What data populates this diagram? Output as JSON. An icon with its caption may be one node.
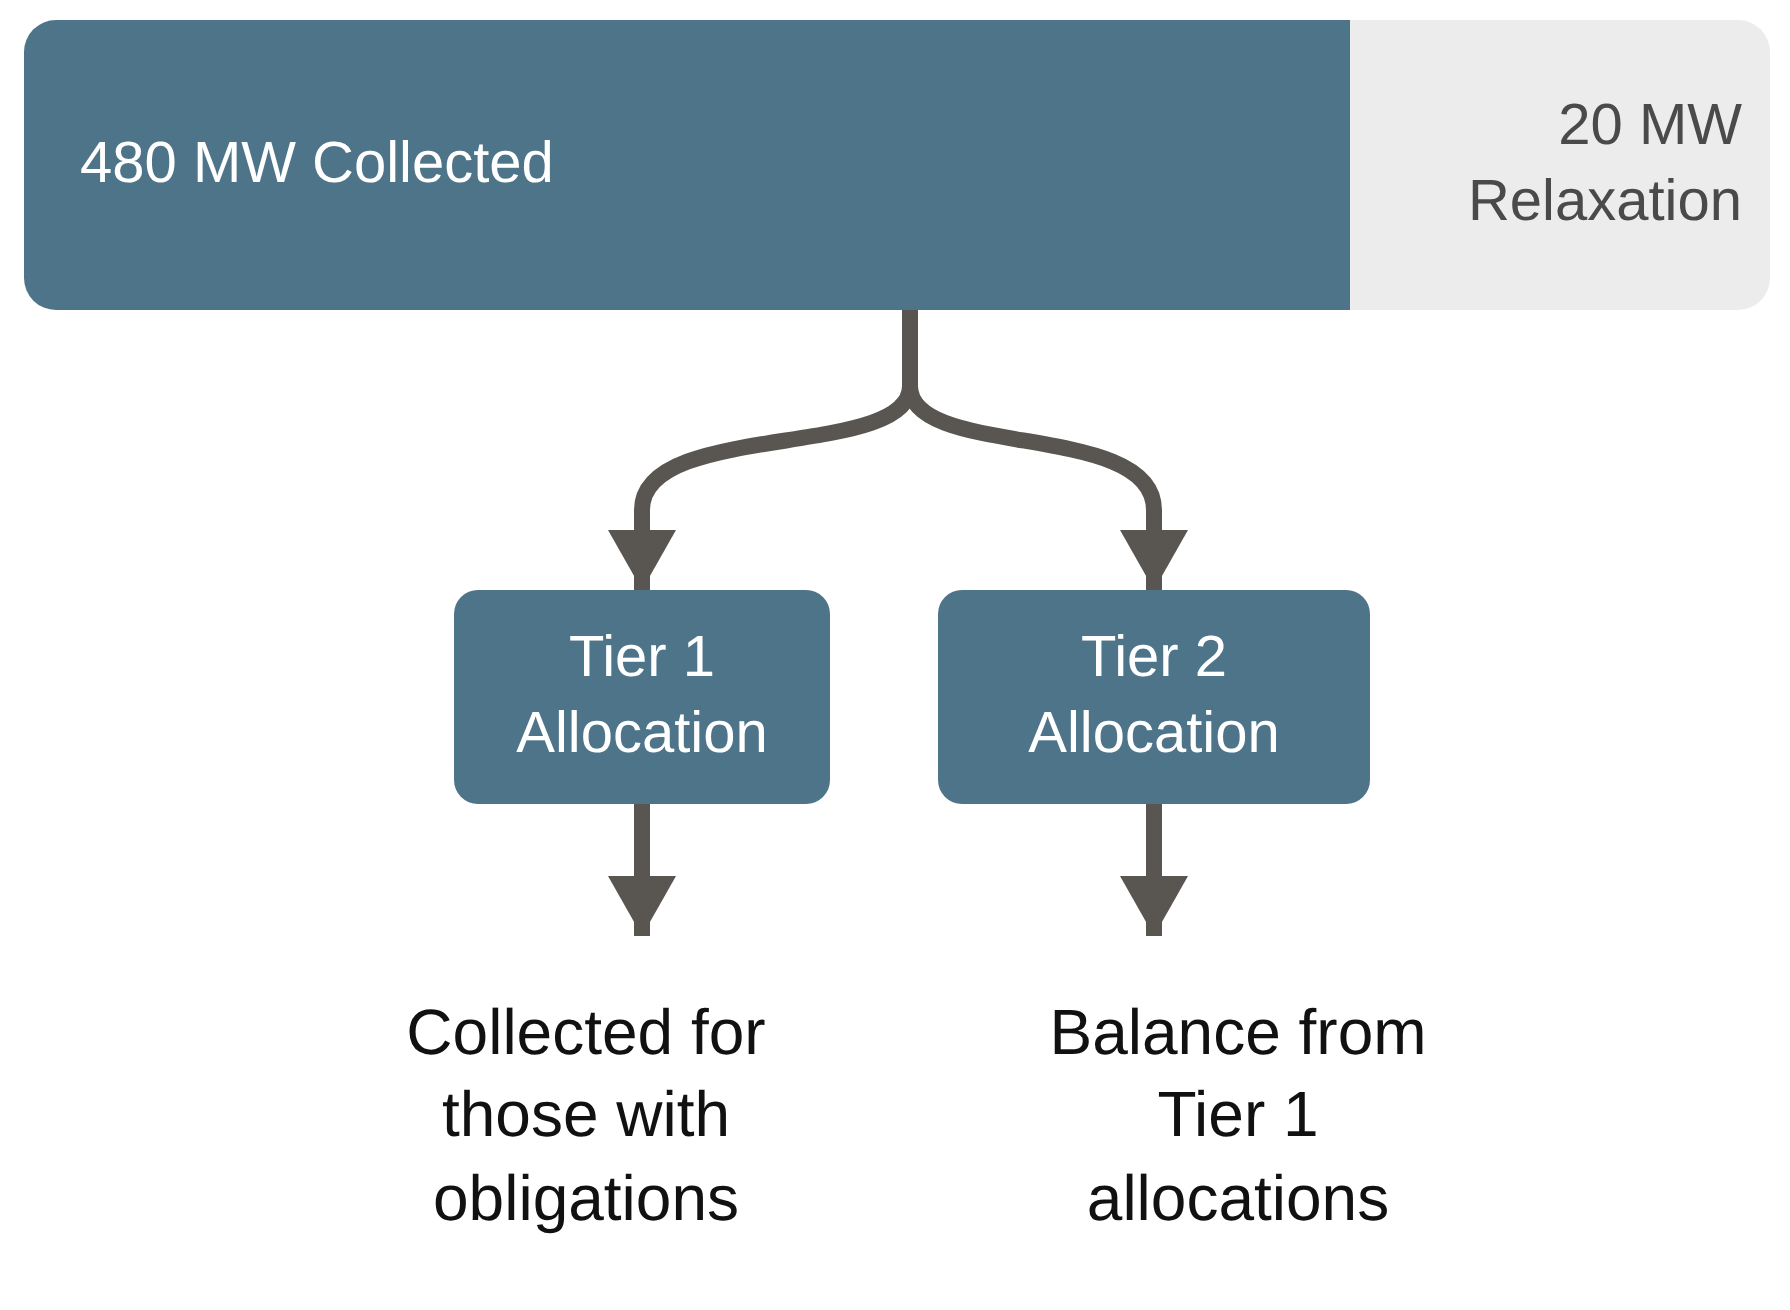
{
  "diagram": {
    "nodes": [
      {
        "text": [
          "480 MW Collected"
        ]
      },
      {
        "text": [
          "20 MW Relaxation"
        ]
      },
      {
        "text": [
          "Tier 1 Allocation"
        ]
      },
      {
        "text": [
          "Tier 2 Allocation"
        ]
      },
      {
        "text": [
          "Collected for those with obligations"
        ]
      },
      {
        "text": [
          "Balance from Tier 1 allocations"
        ]
      }
    ],
    "edges": [
      {
        "from": 0,
        "to": 2,
        "arrow": "to"
      },
      {
        "from": 0,
        "to": 3,
        "arrow": "to"
      },
      {
        "from": 2,
        "to": 4,
        "arrow": "to"
      },
      {
        "from": 3,
        "to": 5,
        "arrow": "to"
      }
    ]
  }
}
